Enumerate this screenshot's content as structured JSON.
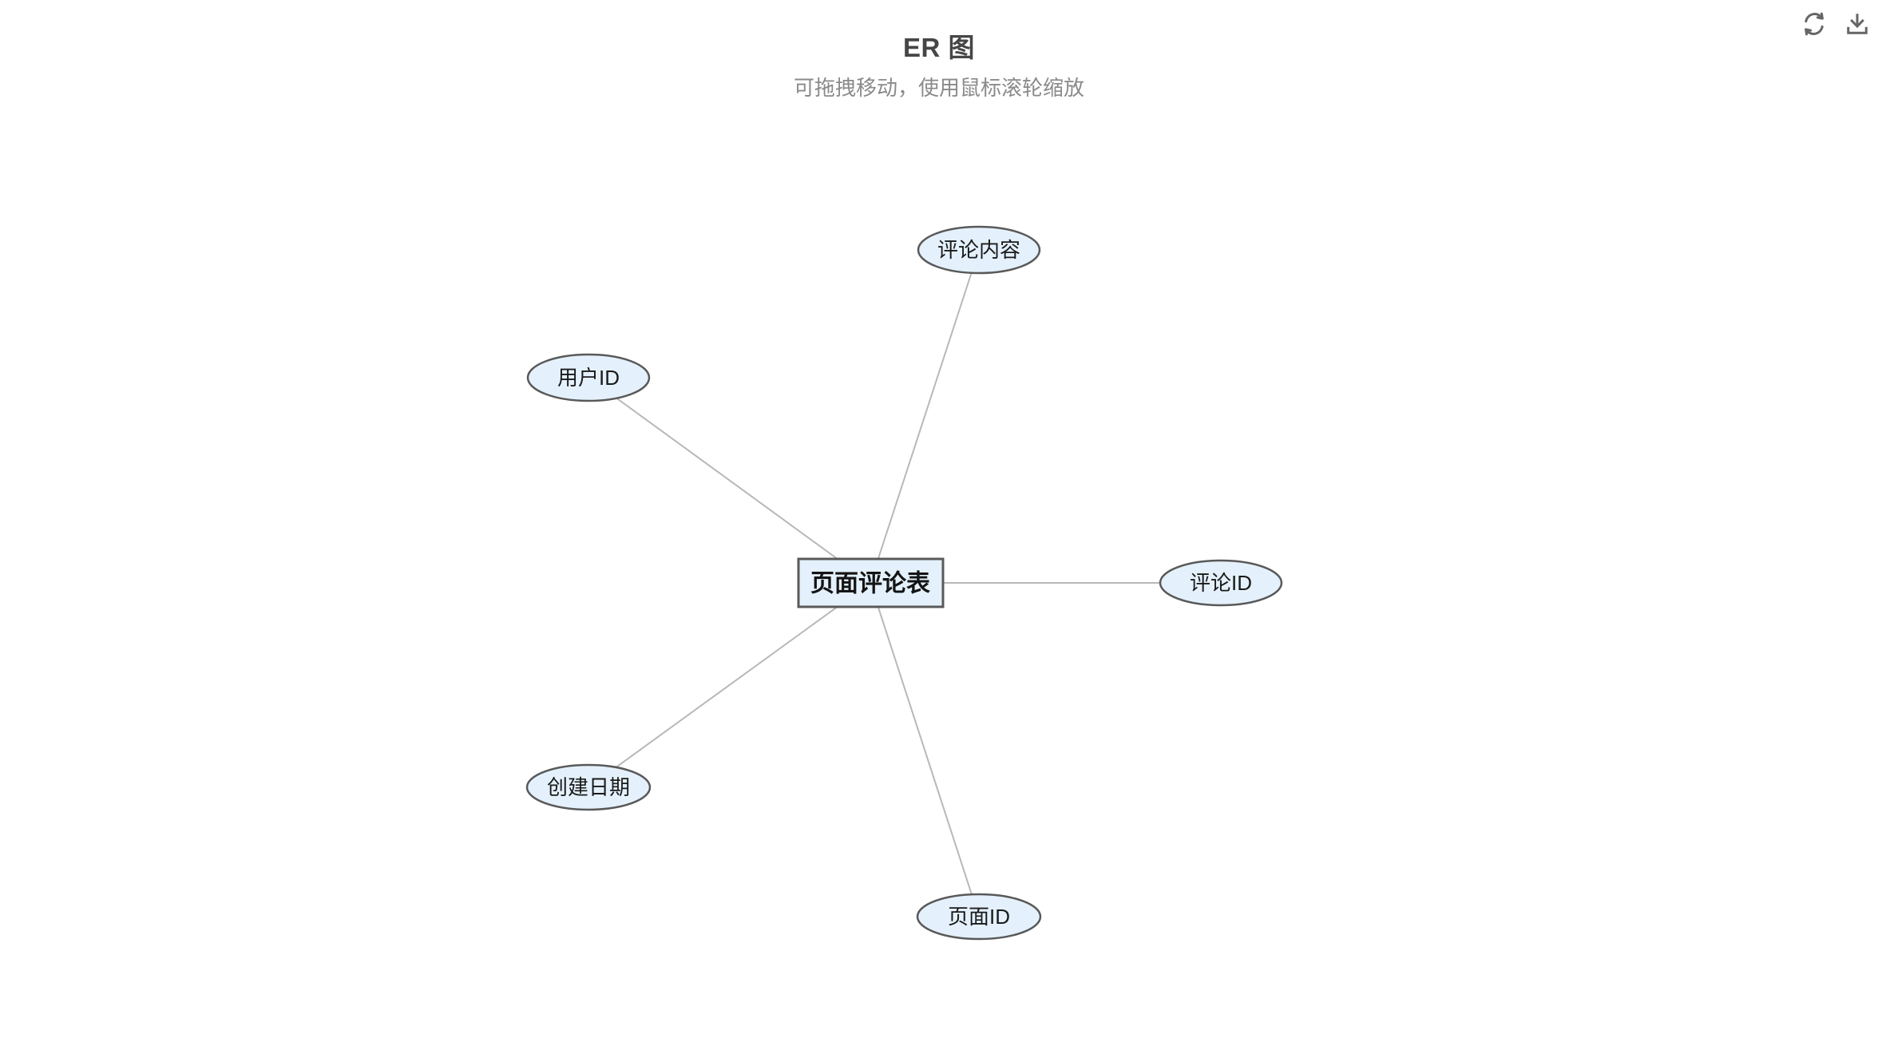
{
  "page": {
    "title": "ER 图",
    "subtitle": "可拖拽移动，使用鼠标滚轮缩放"
  },
  "toolbar": {
    "buttons": [
      {
        "name": "refresh",
        "icon": "refresh-icon"
      },
      {
        "name": "download",
        "icon": "download-icon"
      }
    ]
  },
  "diagram": {
    "type": "entity-relationship-graph",
    "entity": {
      "label": "页面评论表",
      "shape": "rect"
    },
    "attributes": [
      {
        "label": "评论内容",
        "shape": "ellipse"
      },
      {
        "label": "用户ID",
        "shape": "ellipse"
      },
      {
        "label": "评论ID",
        "shape": "ellipse"
      },
      {
        "label": "创建日期",
        "shape": "ellipse"
      },
      {
        "label": "页面ID",
        "shape": "ellipse"
      }
    ],
    "edges": [
      {
        "from": "页面评论表",
        "to": "评论内容"
      },
      {
        "from": "页面评论表",
        "to": "用户ID"
      },
      {
        "from": "页面评论表",
        "to": "评论ID"
      },
      {
        "from": "页面评论表",
        "to": "创建日期"
      },
      {
        "from": "页面评论表",
        "to": "页面ID"
      }
    ]
  },
  "colors": {
    "node_fill": "#E4F1FC",
    "node_border": "#595959",
    "edge": "#B8B8B8",
    "title_text": "#464646",
    "subtitle_text": "#8A8A8A",
    "icon": "#666666"
  }
}
